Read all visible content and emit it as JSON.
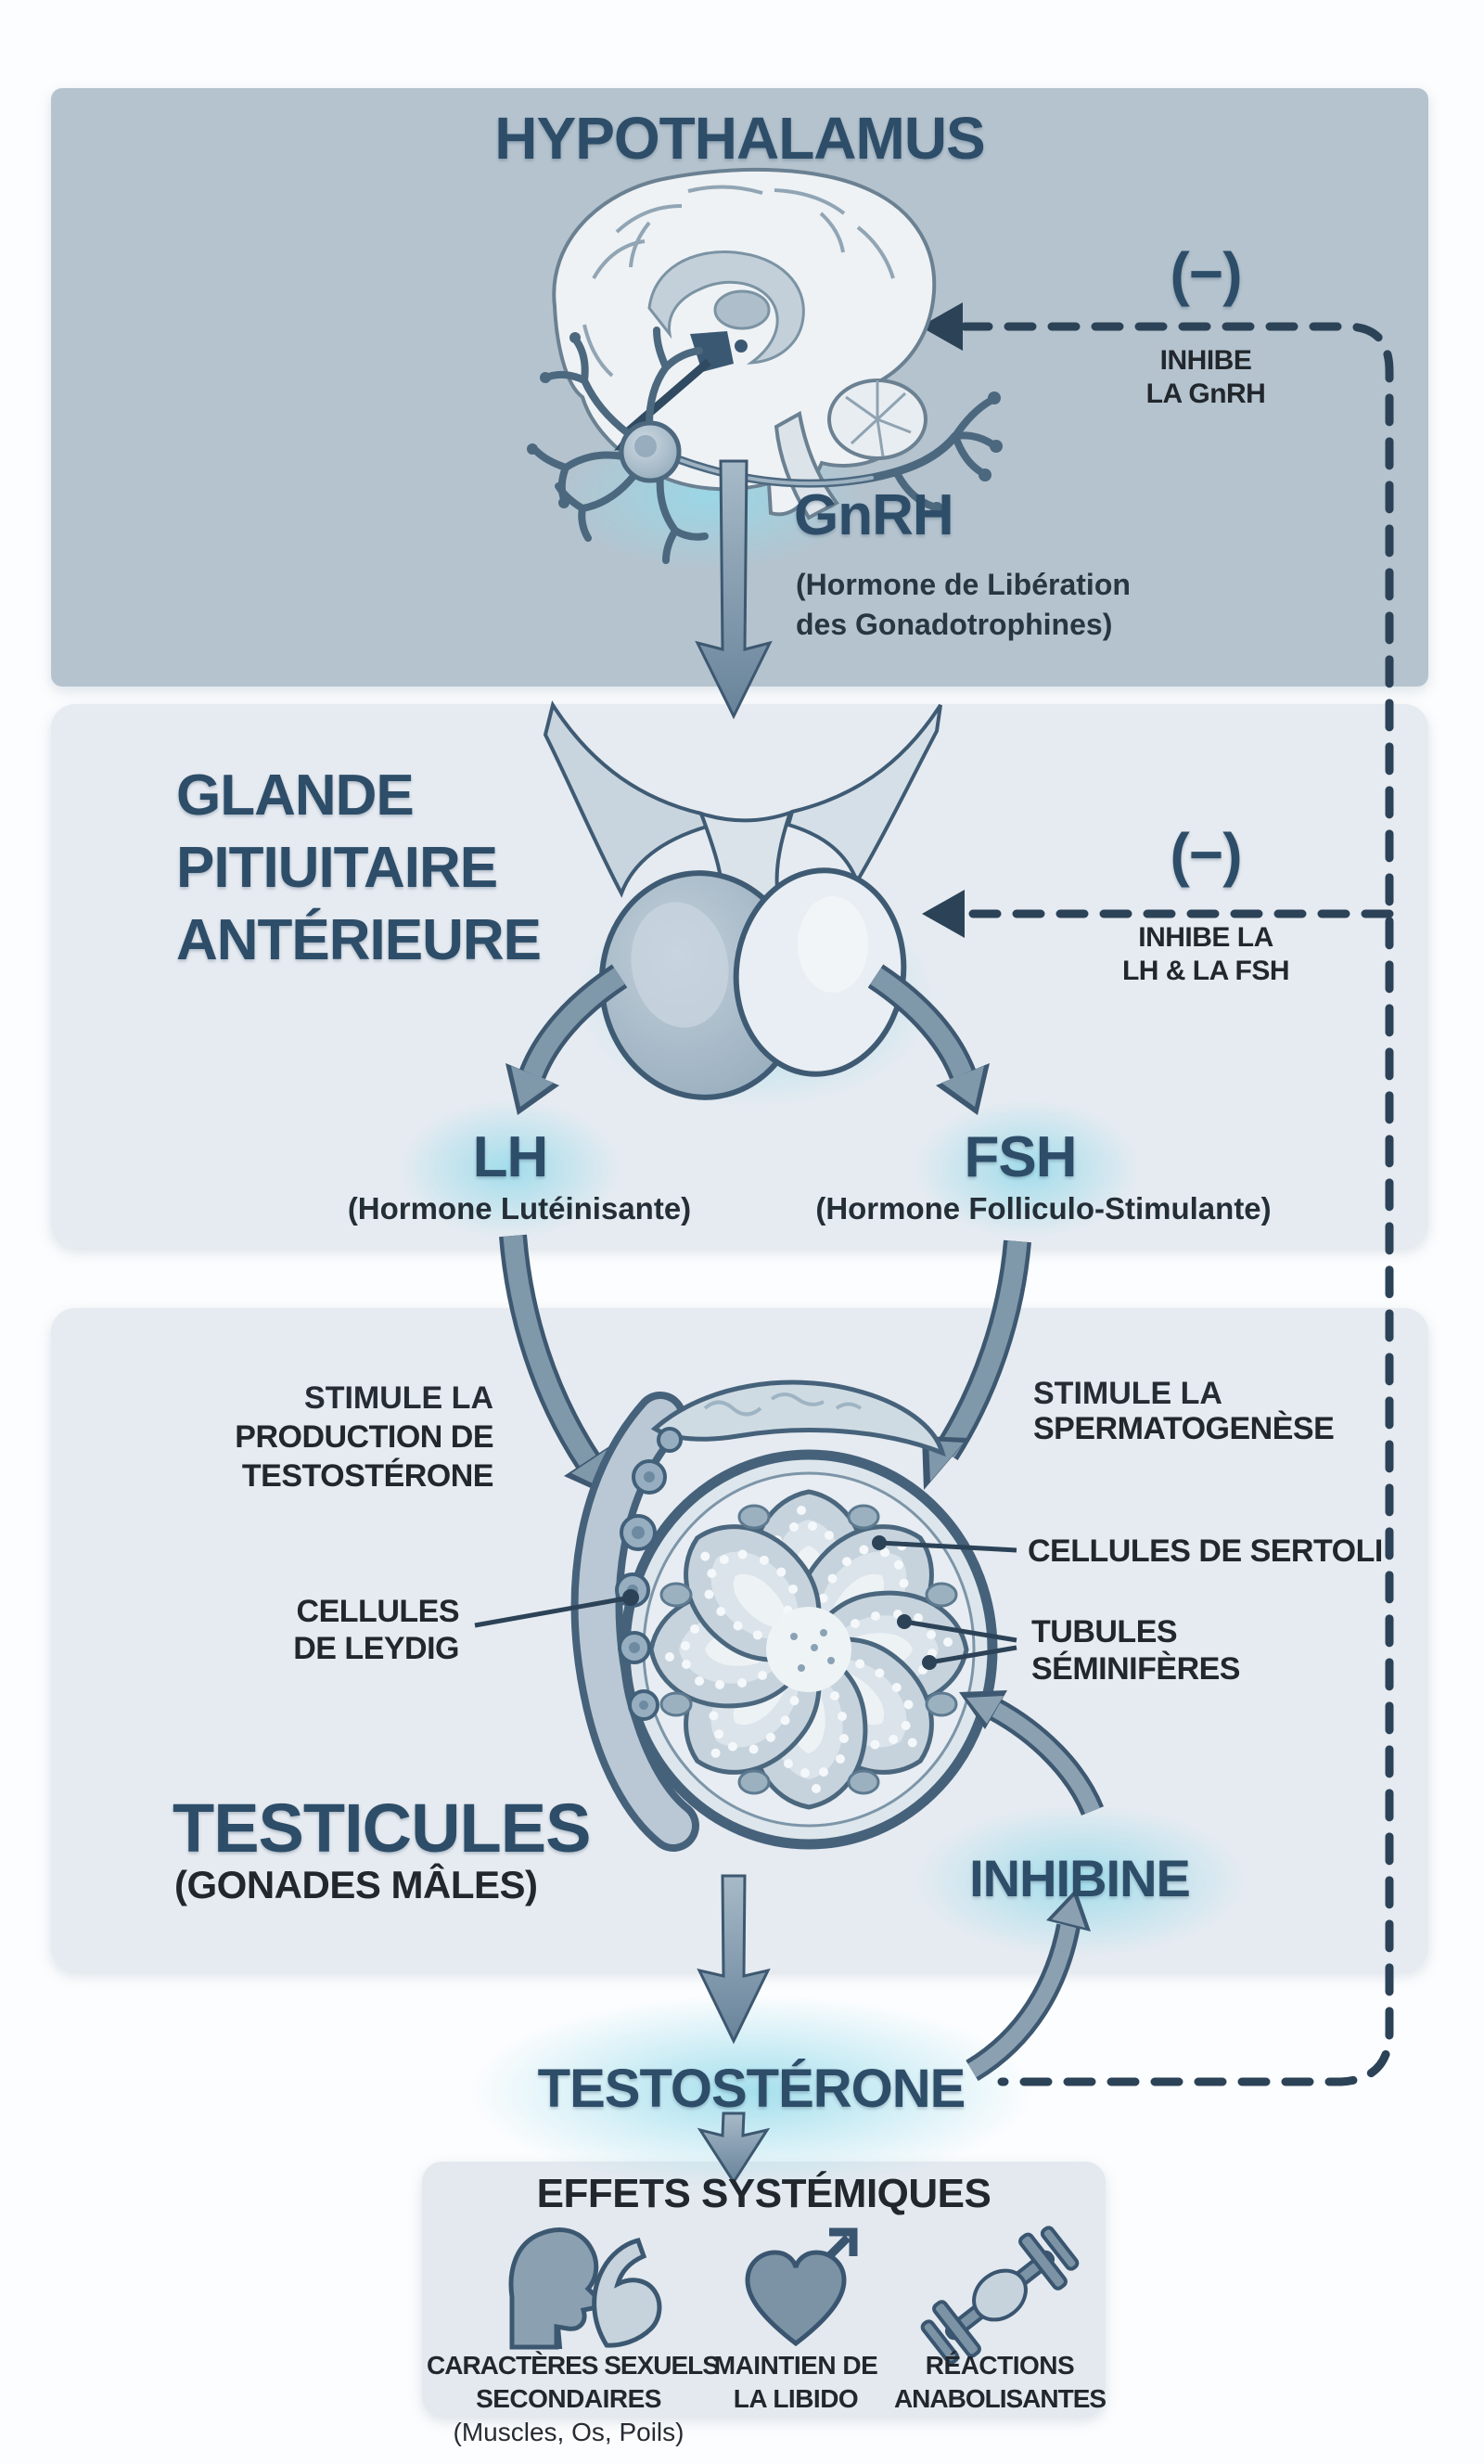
{
  "colors": {
    "panel_dark": "#b4c3ce",
    "panel_light": "#e6ebf1",
    "ink": "#21272d",
    "steel_heading": "#2d4d68",
    "dash_line": "#2c4257",
    "arrow_fill": "#7f98aa",
    "arrow_outline": "#3d5870",
    "glow": "#96dae8"
  },
  "hypothalamus": {
    "title": "HYPOTHALAMUS",
    "hormone": "GnRH",
    "hormone_sub1": "(Hormone de Libération",
    "hormone_sub2": "des Gonadotrophines)",
    "feedback_sign": "(−)",
    "feedback_line1": "INHIBE",
    "feedback_line2": "LA GnRH"
  },
  "pituitary": {
    "title_line1": "GLANDE",
    "title_line2": "PITIUITAIRE",
    "title_line3": "ANTÉRIEURE",
    "feedback_sign": "(−)",
    "feedback_line1": "INHIBE LA",
    "feedback_line2": "LH & LA FSH",
    "lh": "LH",
    "lh_sub": "(Hormone Lutéinisante)",
    "fsh": "FSH",
    "fsh_sub": "(Hormone Folliculo-Stimulante)"
  },
  "testes": {
    "stim_left_line1": "STIMULE LA",
    "stim_left_line2": "PRODUCTION DE",
    "stim_left_line3": "TESTOSTÉRONE",
    "stim_right_line1": "STIMULE LA",
    "stim_right_line2": "SPERMATOGENÈSE",
    "label_sertoli": "CELLULES DE SERTOLI",
    "label_tubules_line1": "TUBULES",
    "label_tubules_line2": "SÉMINIFÈRES",
    "label_leydig_line1": "CELLULES",
    "label_leydig_line2": "DE LEYDIG",
    "title": "TESTICULES",
    "subtitle": "(GONADES MÂLES)",
    "inhibine": "INHIBINE"
  },
  "testosterone": {
    "label": "TESTOSTÉRONE"
  },
  "effects": {
    "title": "EFFETS SYSTÉMIQUES",
    "items": [
      {
        "icon": "male-profile-bicep-icon",
        "line1": "CARACTÈRES SEXUELS",
        "line2": "SECONDAIRES",
        "line3": "(Muscles, Os, Poils)"
      },
      {
        "icon": "heart-male-icon",
        "line1": "MAINTIEN DE",
        "line2": "LA LIBIDO",
        "line3": ""
      },
      {
        "icon": "dumbbell-icon",
        "line1": "RÉACTIONS",
        "line2": "ANABOLISANTES",
        "line3": ""
      }
    ]
  }
}
